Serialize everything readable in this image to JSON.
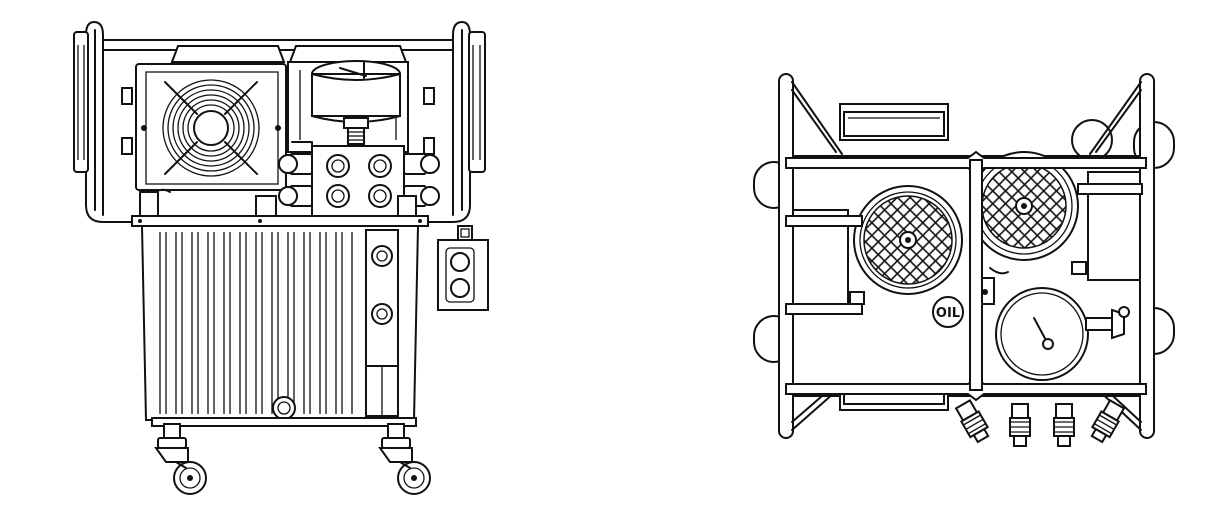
{
  "figure": {
    "views": [
      {
        "id": "side-view",
        "description_components": [
          "cooling-fan",
          "pressure-gauge",
          "valve-block",
          "oil-tank",
          "control-box",
          "caster-wheels",
          "roll-cage"
        ]
      },
      {
        "id": "top-view",
        "description_components": [
          "motor-covers",
          "pressure-gauge",
          "quick-couplers",
          "roll-cage",
          "oil-cap"
        ]
      }
    ],
    "oil_cap_label": "OIL",
    "colors": {
      "line": "#111111",
      "background": "#ffffff"
    }
  }
}
